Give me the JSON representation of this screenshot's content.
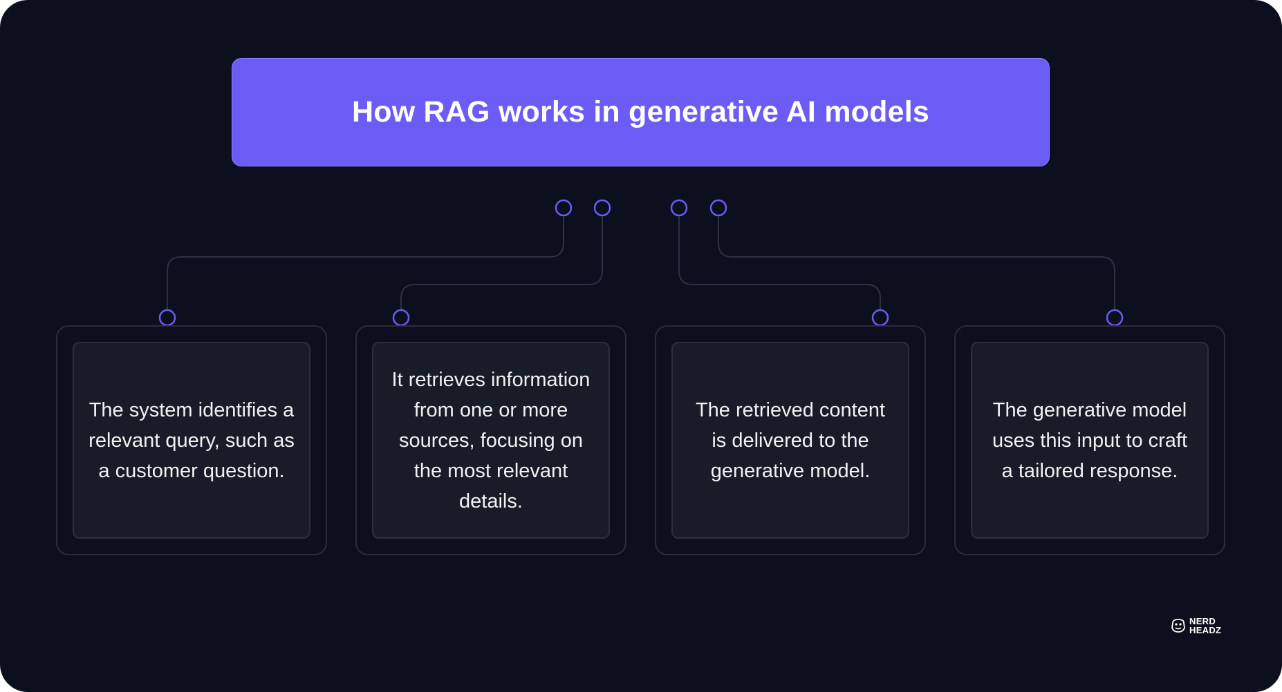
{
  "title": "How RAG works in generative AI models",
  "steps": [
    {
      "text": "The system identifies a relevant query, such as a customer question."
    },
    {
      "text": "It retrieves information from one or more sources, focusing on the most relevant details."
    },
    {
      "text": "The retrieved content is delivered to the generative model."
    },
    {
      "text": "The generative model uses this input to craft a tailored response."
    }
  ],
  "logo": {
    "line1": "NERD",
    "line2": "HEADZ",
    "icon": "gorilla-head-icon"
  },
  "colors": {
    "background": "#0c0f1e",
    "accent": "#6b5cf6",
    "connector_line": "#2e3142",
    "connector_dot": "#6b5cf6",
    "card_fill": "#181b28",
    "text": "#f1f1f4"
  }
}
